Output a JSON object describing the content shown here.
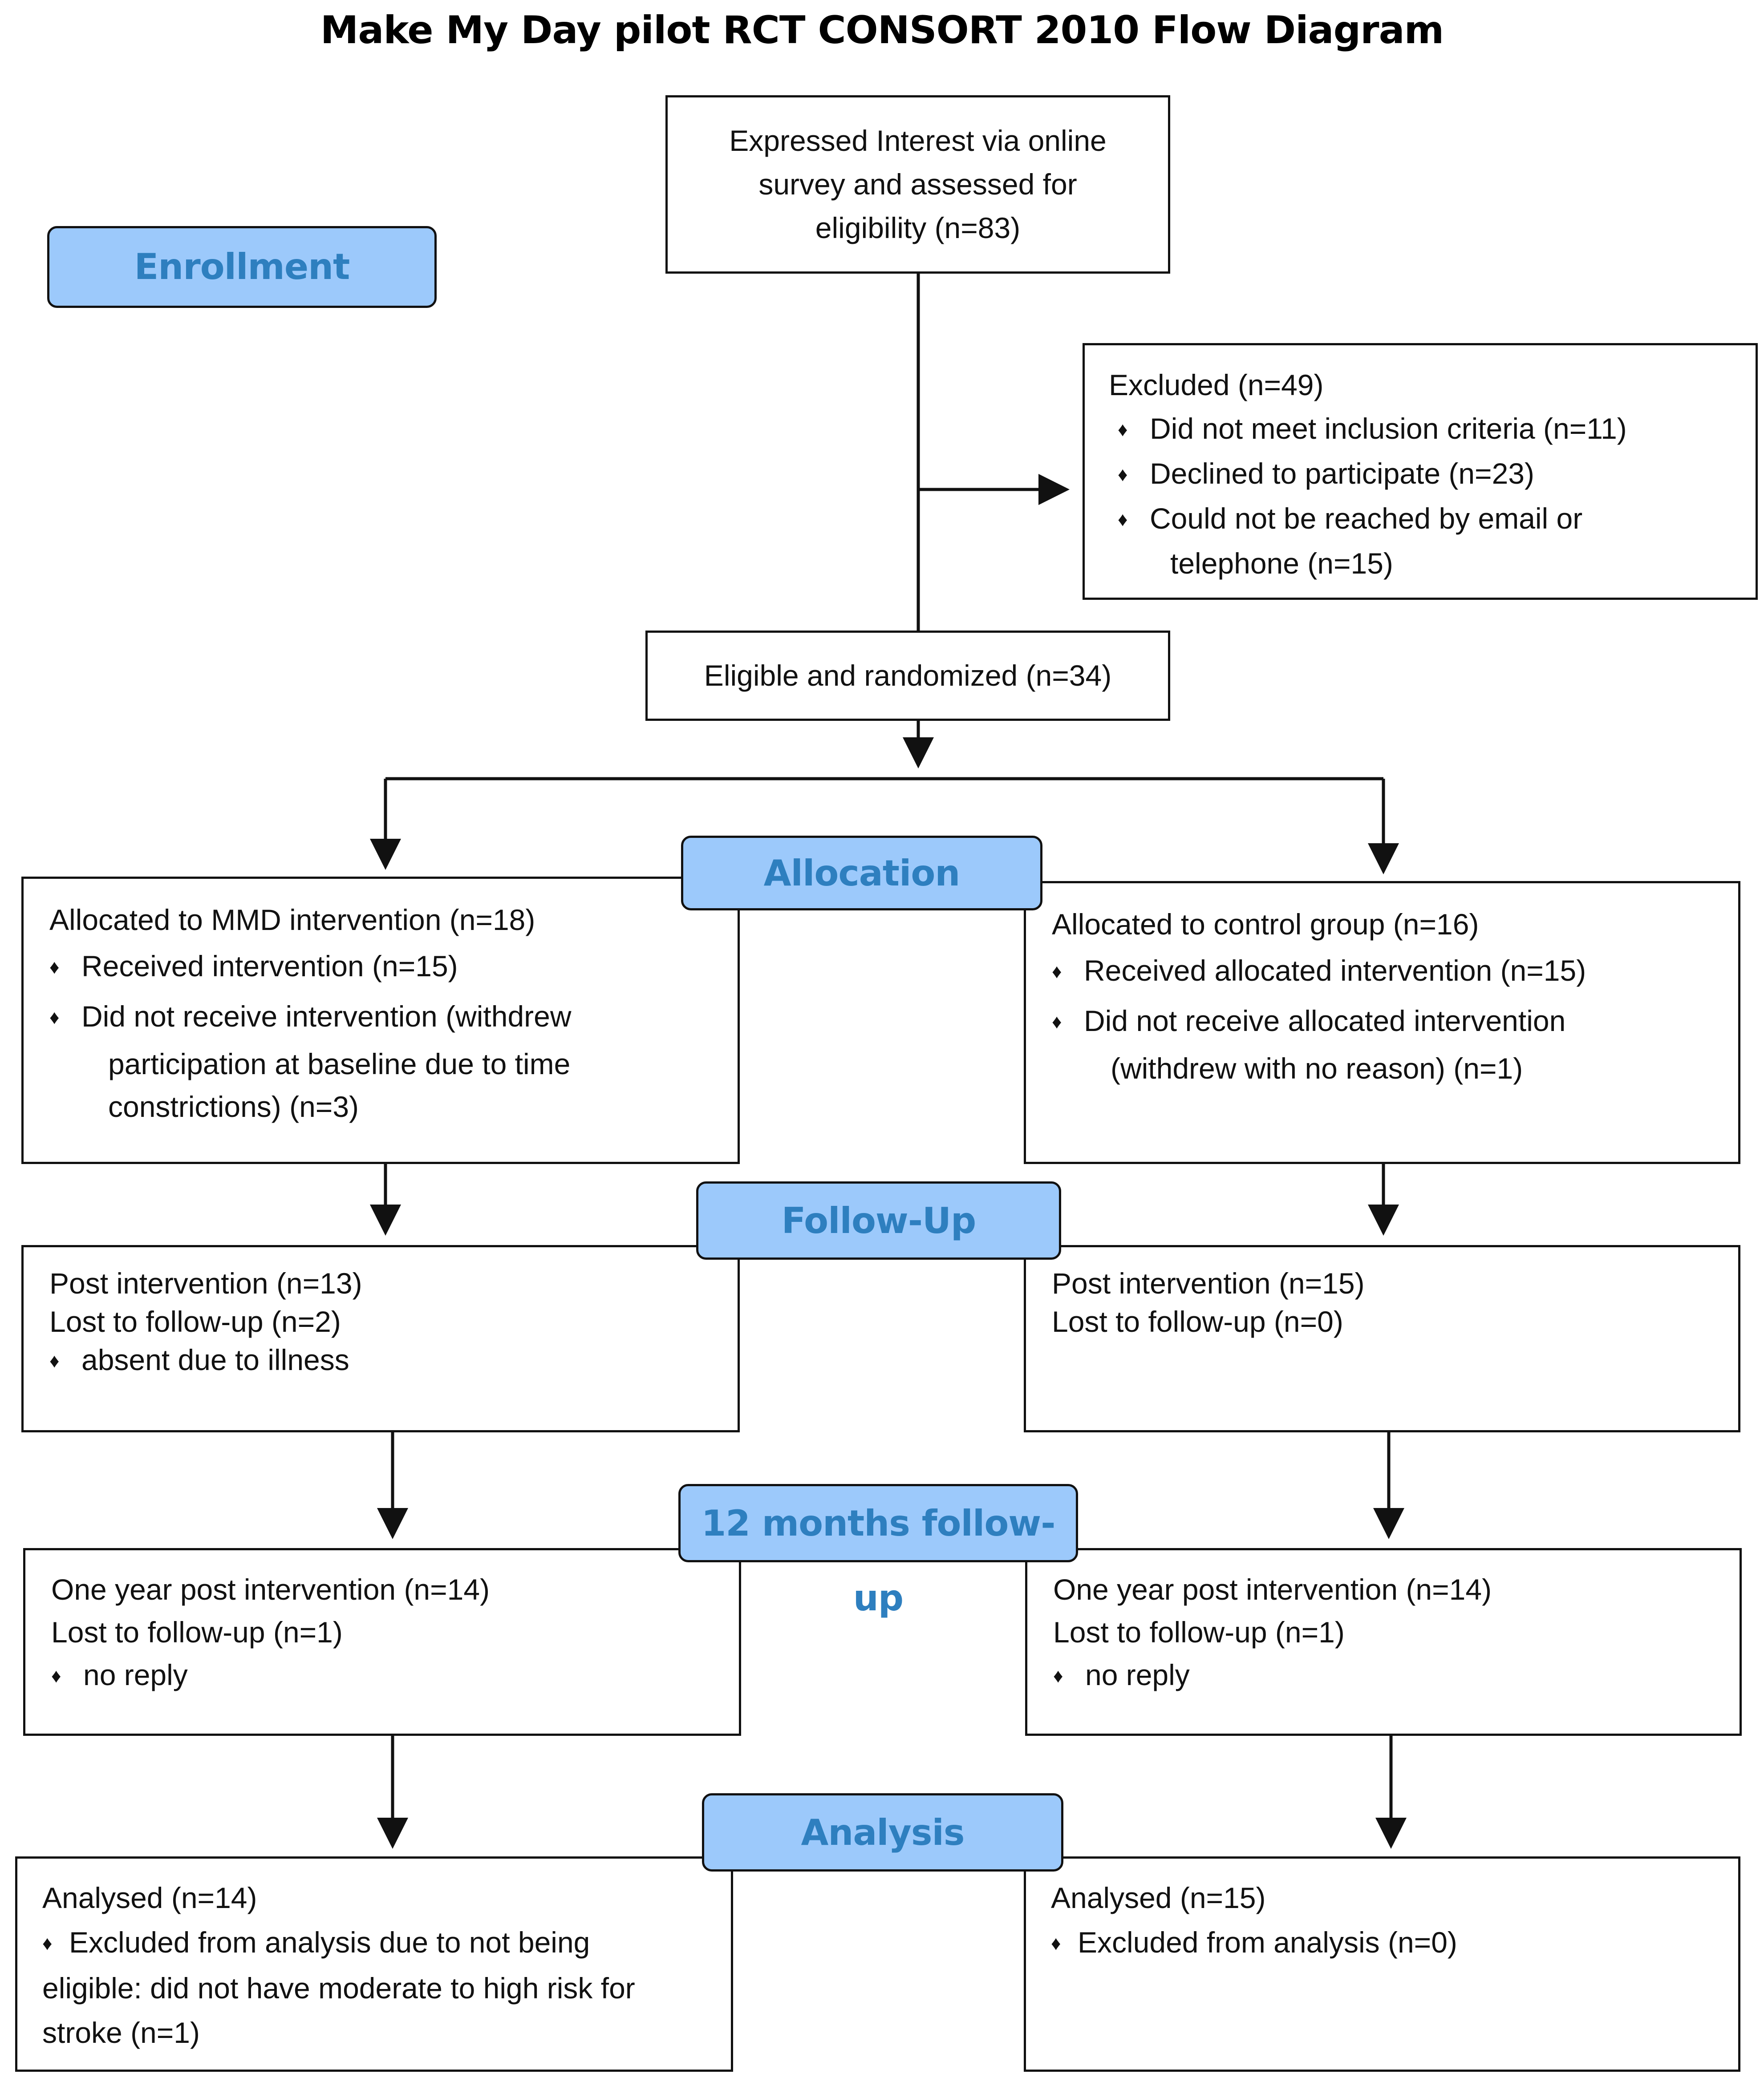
{
  "title": "Make My Day pilot RCT CONSORT 2010 Flow Diagram",
  "stages": {
    "enrollment": "Enrollment",
    "allocation": "Allocation",
    "follow_up": "Follow-Up",
    "twelve_months": "12 months follow-up",
    "analysis": "Analysis"
  },
  "assessed": {
    "lines": [
      "Expressed Interest via online",
      "survey and assessed for",
      "eligibility (n=83)"
    ]
  },
  "excluded": {
    "heading": "Excluded (n=49)",
    "items": [
      "Did not meet inclusion criteria (n=11)",
      "Declined to participate (n=23)",
      "Could not be reached by email or"
    ],
    "continuation": "telephone (n=15)"
  },
  "randomized": "Eligible and randomized (n=34)",
  "bullet_glyph": "♦",
  "left": {
    "allocation": {
      "heading": "Allocated to MMD intervention (n=18)",
      "item1": "Received intervention (n=15)",
      "item2": "Did not receive intervention (withdrew",
      "item2_cont1": "participation at baseline due to time",
      "item2_cont2": "constrictions) (n=3)"
    },
    "follow_up": {
      "line1": "Post intervention (n=13)",
      "line2": "Lost to follow-up (n=2)",
      "item": "absent due to illness"
    },
    "twelve_months": {
      "line1": "One year post intervention (n=14)",
      "line2": "Lost to follow-up (n=1)",
      "item": "no reply"
    },
    "analysis": {
      "heading": "Analysed (n=14)",
      "item": "Excluded from analysis due to not being",
      "cont1": "eligible: did not have moderate to high risk for",
      "cont2": "stroke (n=1)"
    }
  },
  "right": {
    "allocation": {
      "heading": "Allocated to control group (n=16)",
      "item1": "Received allocated intervention (n=15)",
      "item2": "Did not receive allocated intervention",
      "item2_cont1": "(withdrew with no reason) (n=1)"
    },
    "follow_up": {
      "line1": "Post intervention (n=15)",
      "line2": "Lost to follow-up (n=0)"
    },
    "twelve_months": {
      "line1": "One year post intervention (n=14)",
      "line2": "Lost to follow-up (n=1)",
      "item": "no reply"
    },
    "analysis": {
      "heading": "Analysed (n=15)",
      "item": "Excluded from analysis (n=0)"
    }
  }
}
